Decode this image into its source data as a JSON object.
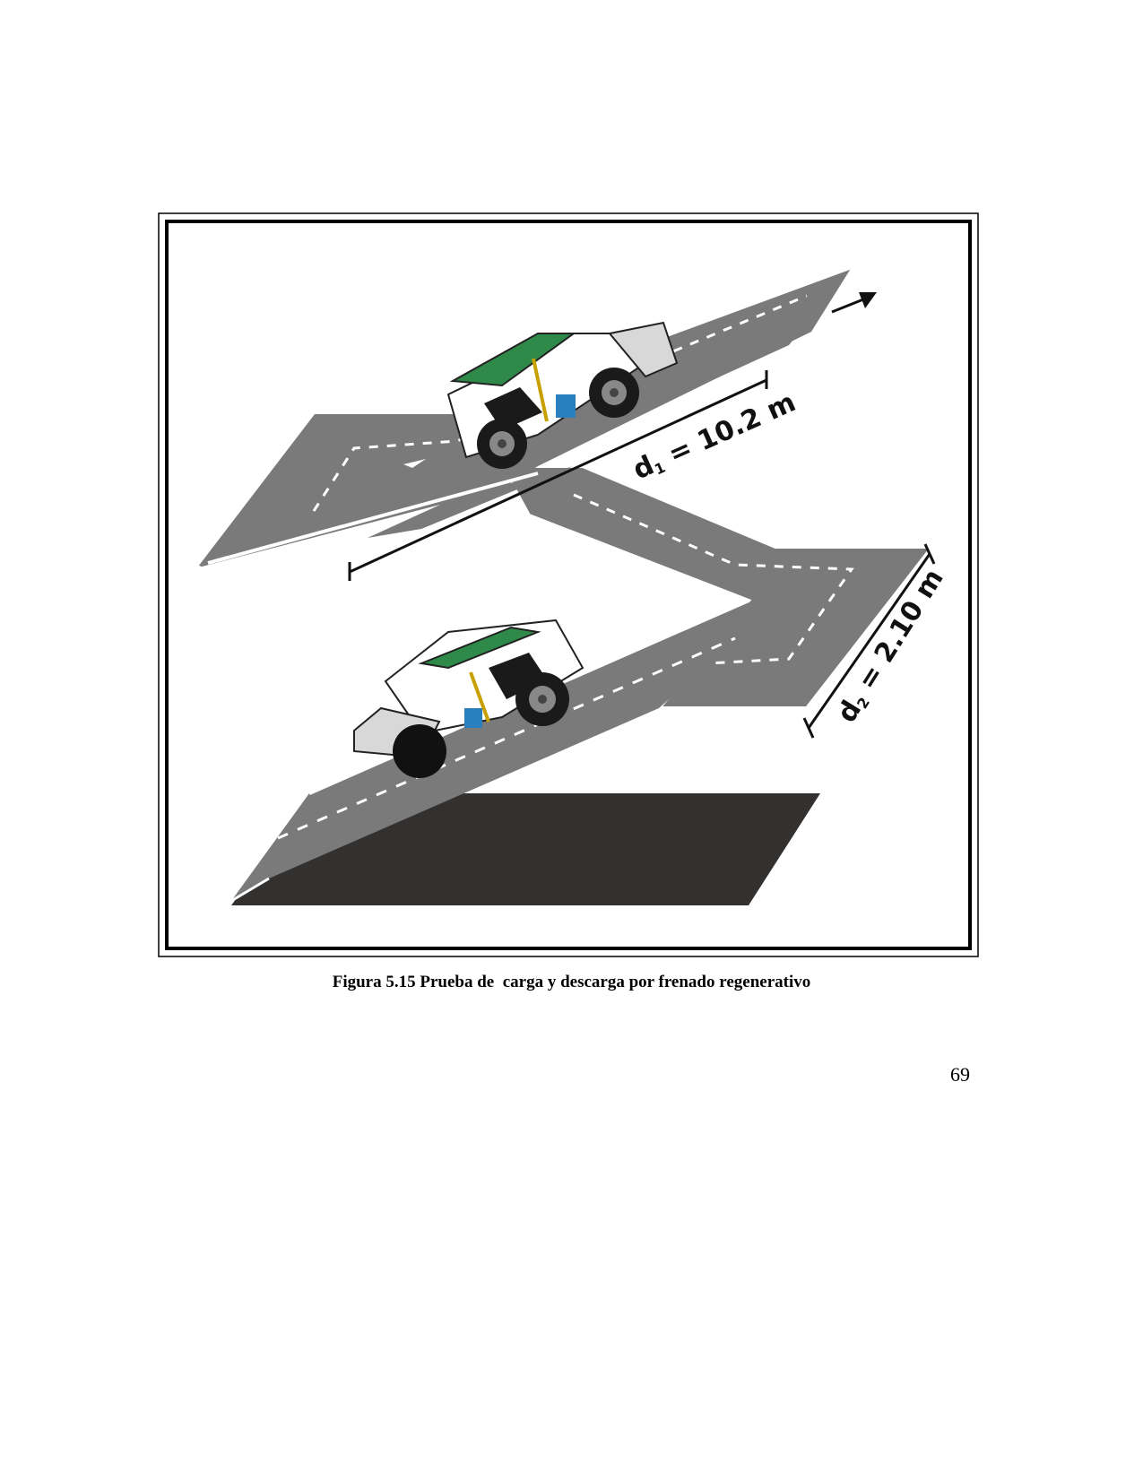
{
  "figure": {
    "d1_main": "d",
    "d1_sub": "1",
    "d1_value": " = 10.2 m",
    "d2_main": "d",
    "d2_sub": "2",
    "d2_value": " = 2.10 m"
  },
  "caption": "Figura 5.15 Prueba de  carga y descarga por frenado regenerativo",
  "page_number": "69"
}
